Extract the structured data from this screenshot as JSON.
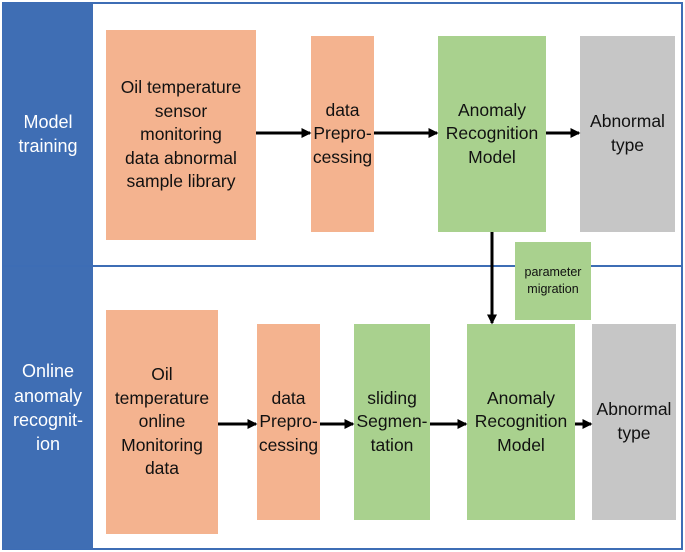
{
  "sections": {
    "training": {
      "label": "Model\ntraining",
      "boxes": {
        "sample_library": "Oil temperature\nsensor\nmonitoring\ndata abnormal\nsample library",
        "preprocessing": "data\nPrepro-\ncessing",
        "model": "Anomaly\nRecognition\nModel",
        "output": "Abnormal\ntype"
      }
    },
    "online": {
      "label": "Online\nanomaly\nrecognit-\nion",
      "boxes": {
        "monitoring": "Oil\ntemperature\nonline\nMonitoring\ndata",
        "preprocessing": "data\nPrepro-\ncessing",
        "segmentation": "sliding\nSegmen-\ntation",
        "model": "Anomaly\nRecognition\nModel",
        "output": "Abnormal\ntype"
      }
    },
    "migration_label": "parameter\nmigration"
  },
  "colors": {
    "frame": "#3d6db5",
    "label_bg": "#3f6eb4",
    "orange": "#f4b38f",
    "green": "#a9d18e",
    "gray": "#c6c6c6",
    "arrow": "#000000"
  }
}
